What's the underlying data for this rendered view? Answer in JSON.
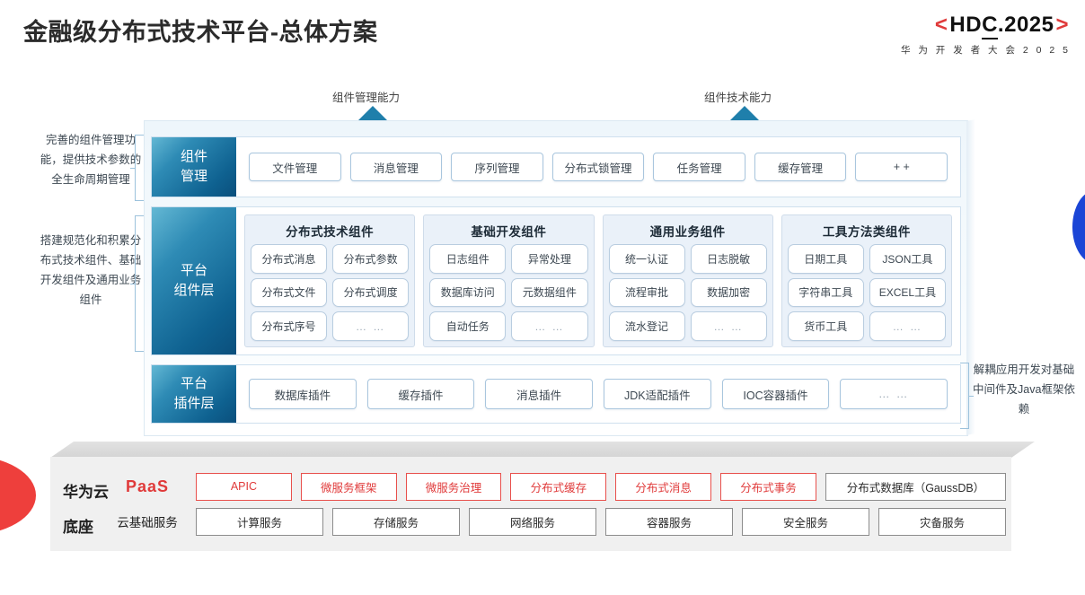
{
  "header": {
    "title": "金融级分布式技术平台-总体方案",
    "logo_bracket_left": "<",
    "logo_bracket_right": ">",
    "logo_main_a": "HD",
    "logo_main_b": "C",
    "logo_main_c": ".2025",
    "logo_sub": "华 为 开 发 者 大 会 2 0 2 5",
    "accent_red": "#e03a3a"
  },
  "arrows": [
    {
      "label": "组件管理能力"
    },
    {
      "label": "组件技术能力"
    }
  ],
  "side_notes": {
    "left": [
      "完善的组件管理功能，提供技术参数的全生命周期管理",
      "搭建规范化和积累分布式技术组件、基础开发组件及通用业务组件"
    ],
    "right": "解耦应用开发对基础中间件及Java框架依赖"
  },
  "layers": [
    {
      "tab": "组件\n管理",
      "tab_line1": "组件",
      "tab_line2": "管理",
      "items": [
        "文件管理",
        "消息管理",
        "序列管理",
        "分布式锁管理",
        "任务管理",
        "缓存管理",
        "+ +"
      ]
    },
    {
      "tab_line1": "平台",
      "tab_line2": "组件层",
      "groups": [
        {
          "title": "分布式技术组件",
          "cells": [
            "分布式消息",
            "分布式参数",
            "分布式文件",
            "分布式调度",
            "分布式序号",
            "… …"
          ]
        },
        {
          "title": "基础开发组件",
          "cells": [
            "日志组件",
            "异常处理",
            "数据库访问",
            "元数据组件",
            "自动任务",
            "… …"
          ]
        },
        {
          "title": "通用业务组件",
          "cells": [
            "统一认证",
            "日志脱敏",
            "流程审批",
            "数据加密",
            "流水登记",
            "… …"
          ]
        },
        {
          "title": "工具方法类组件",
          "cells": [
            "日期工具",
            "JSON工具",
            "字符串工具",
            "EXCEL工具",
            "货币工具",
            "… …"
          ]
        }
      ]
    },
    {
      "tab_line1": "平台",
      "tab_line2": "插件层",
      "items": [
        "数据库插件",
        "缓存插件",
        "消息插件",
        "JDK适配插件",
        "IOC容器插件",
        "… …"
      ]
    }
  ],
  "base": {
    "label_line1": "华为云",
    "label_line2": "底座",
    "paas_tier": "PaaS",
    "cloud_tier": "云基础服务",
    "paas_items": [
      {
        "label": "APIC",
        "style": "red"
      },
      {
        "label": "微服务框架",
        "style": "red"
      },
      {
        "label": "微服务治理",
        "style": "red"
      },
      {
        "label": "分布式缓存",
        "style": "red"
      },
      {
        "label": "分布式消息",
        "style": "red"
      },
      {
        "label": "分布式事务",
        "style": "red"
      },
      {
        "label": "分布式数据库（GaussDB）",
        "style": "gray-wide"
      }
    ],
    "cloud_items": [
      "计算服务",
      "存储服务",
      "网络服务",
      "容器服务",
      "安全服务",
      "灾备服务"
    ]
  },
  "colors": {
    "tab_blue_light": "#64b8d4",
    "tab_blue_dark": "#0a4f7c",
    "arrow_blue": "#1f7fab",
    "red": "#e03a3a",
    "wedge_red": "#ee3f3c",
    "lens_blue": "#1b45d6"
  }
}
